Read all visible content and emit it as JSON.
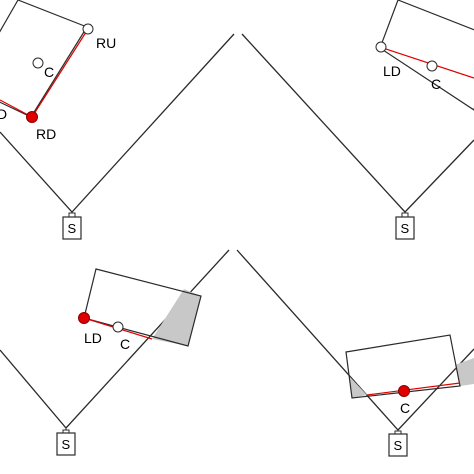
{
  "labels": {
    "ru": "RU",
    "c": "C",
    "rd": "RD",
    "ld": "LD",
    "d_cropped": "D",
    "s": "S"
  },
  "colors": {
    "line": "#2b2b2b",
    "marker_red": "#e00000",
    "shade": "#c8c8c8"
  }
}
